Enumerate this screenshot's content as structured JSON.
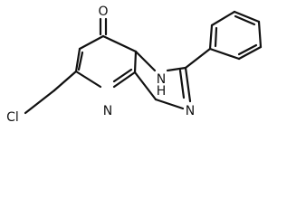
{
  "structure": {
    "atoms": {
      "carbonyl_oxygen": "O",
      "chloro": "Cl",
      "nh_nitrogen": "N",
      "nh_hydrogen": "H",
      "triazole_nitrogen": "N",
      "pyrimidine_nitrogen": "N"
    },
    "colors": {
      "bond": "#111111",
      "label": "#111111",
      "background": "#ffffff"
    }
  }
}
